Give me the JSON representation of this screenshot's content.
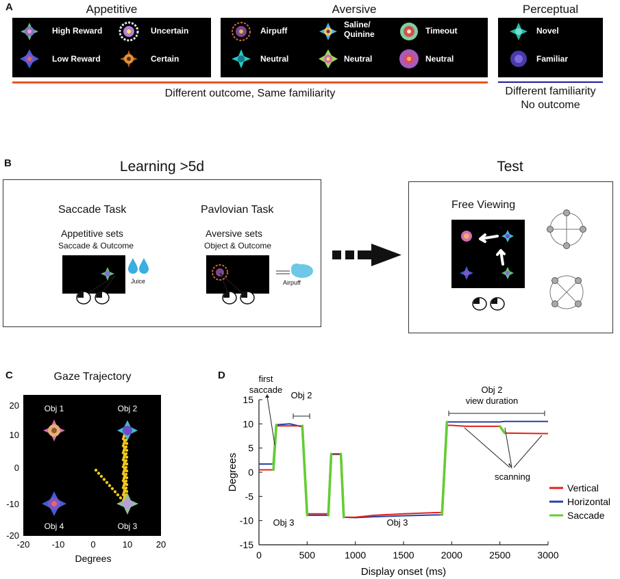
{
  "panelA": {
    "label": "A",
    "headers": {
      "appetitive": "Appetitive",
      "aversive": "Aversive",
      "perceptual": "Perceptual"
    },
    "stimuli": {
      "appetitive": [
        "High Reward",
        "Uncertain",
        "Low Reward",
        "Certain"
      ],
      "aversive": [
        "Airpuff",
        "Saline/\nQuinine",
        "Timeout",
        "Neutral",
        "Neutral",
        "Neutral"
      ],
      "perceptual": [
        "Novel",
        "Familiar"
      ]
    },
    "caption_left": "Different outcome, Same familiarity",
    "caption_right_1": "Different familiarity",
    "caption_right_2": "No outcome",
    "colors": {
      "left_line": "#e8541e",
      "right_line": "#1a1aa0"
    }
  },
  "panelB": {
    "label": "B",
    "learning_title": "Learning >5d",
    "test_title": "Test",
    "saccade_task": "Saccade Task",
    "appetitive_sets": "Appetitive sets",
    "saccade_outcome": "Saccade & Outcome",
    "juice": "Juice",
    "pavlovian_task": "Pavlovian Task",
    "aversive_sets": "Aversive sets",
    "object_outcome": "Object & Outcome",
    "airpuff": "Airpuff",
    "free_viewing": "Free Viewing"
  },
  "panelC": {
    "label": "C",
    "title": "Gaze Trajectory",
    "xlabel": "Degrees",
    "objects": [
      "Obj 1",
      "Obj 2",
      "Obj 4",
      "Obj 3"
    ],
    "xticks": [
      "-20",
      "-10",
      "0",
      "10",
      "20"
    ],
    "yticks": [
      "20",
      "10",
      "0",
      "-10",
      "-20"
    ]
  },
  "panelD": {
    "label": "D",
    "annotations": {
      "first_saccade": "first\nsaccade",
      "obj2_top": "Obj 2",
      "obj2_view": "Obj 2\nview duration",
      "scanning": "scanning",
      "obj3_left": "Obj 3",
      "obj3_mid": "Obj 3"
    }
  },
  "chart_data": {
    "type": "line",
    "xlabel": "Display onset (ms)",
    "ylabel": "Degrees",
    "xlim": [
      0,
      3000
    ],
    "ylim": [
      -15,
      15
    ],
    "xticks": [
      0,
      500,
      1000,
      1500,
      2000,
      2500,
      3000
    ],
    "yticks": [
      15,
      10,
      5,
      0,
      -5,
      -10,
      -15
    ],
    "legend_position": "bottom-right",
    "series": [
      {
        "name": "Vertical",
        "color": "#e0201c",
        "x": [
          0,
          150,
          180,
          320,
          450,
          500,
          720,
          750,
          850,
          880,
          1000,
          1200,
          1500,
          1900,
          1950,
          2000,
          2150,
          2500,
          2550,
          2950,
          3000
        ],
        "y": [
          0.5,
          0.5,
          9.6,
          9.6,
          9.6,
          -8.6,
          -8.6,
          3.8,
          3.8,
          -9.3,
          -9.3,
          -8.9,
          -8.6,
          -8.3,
          9.7,
          9.7,
          9.5,
          9.5,
          8.1,
          8.0,
          8.0
        ]
      },
      {
        "name": "Horizontal",
        "color": "#2a3fa6",
        "x": [
          0,
          150,
          180,
          320,
          450,
          500,
          720,
          750,
          850,
          880,
          1000,
          1200,
          1500,
          1900,
          1950,
          2000,
          2150,
          2500,
          2550,
          2950,
          3000
        ],
        "y": [
          1.7,
          1.7,
          9.8,
          10.0,
          9.4,
          -8.9,
          -8.9,
          3.7,
          3.7,
          -9.3,
          -9.4,
          -9.2,
          -9.0,
          -8.8,
          10.4,
          10.4,
          10.4,
          10.4,
          10.5,
          10.5,
          10.5
        ]
      },
      {
        "name": "Saccade",
        "color": "#66cc33",
        "x": [],
        "y": []
      }
    ]
  }
}
